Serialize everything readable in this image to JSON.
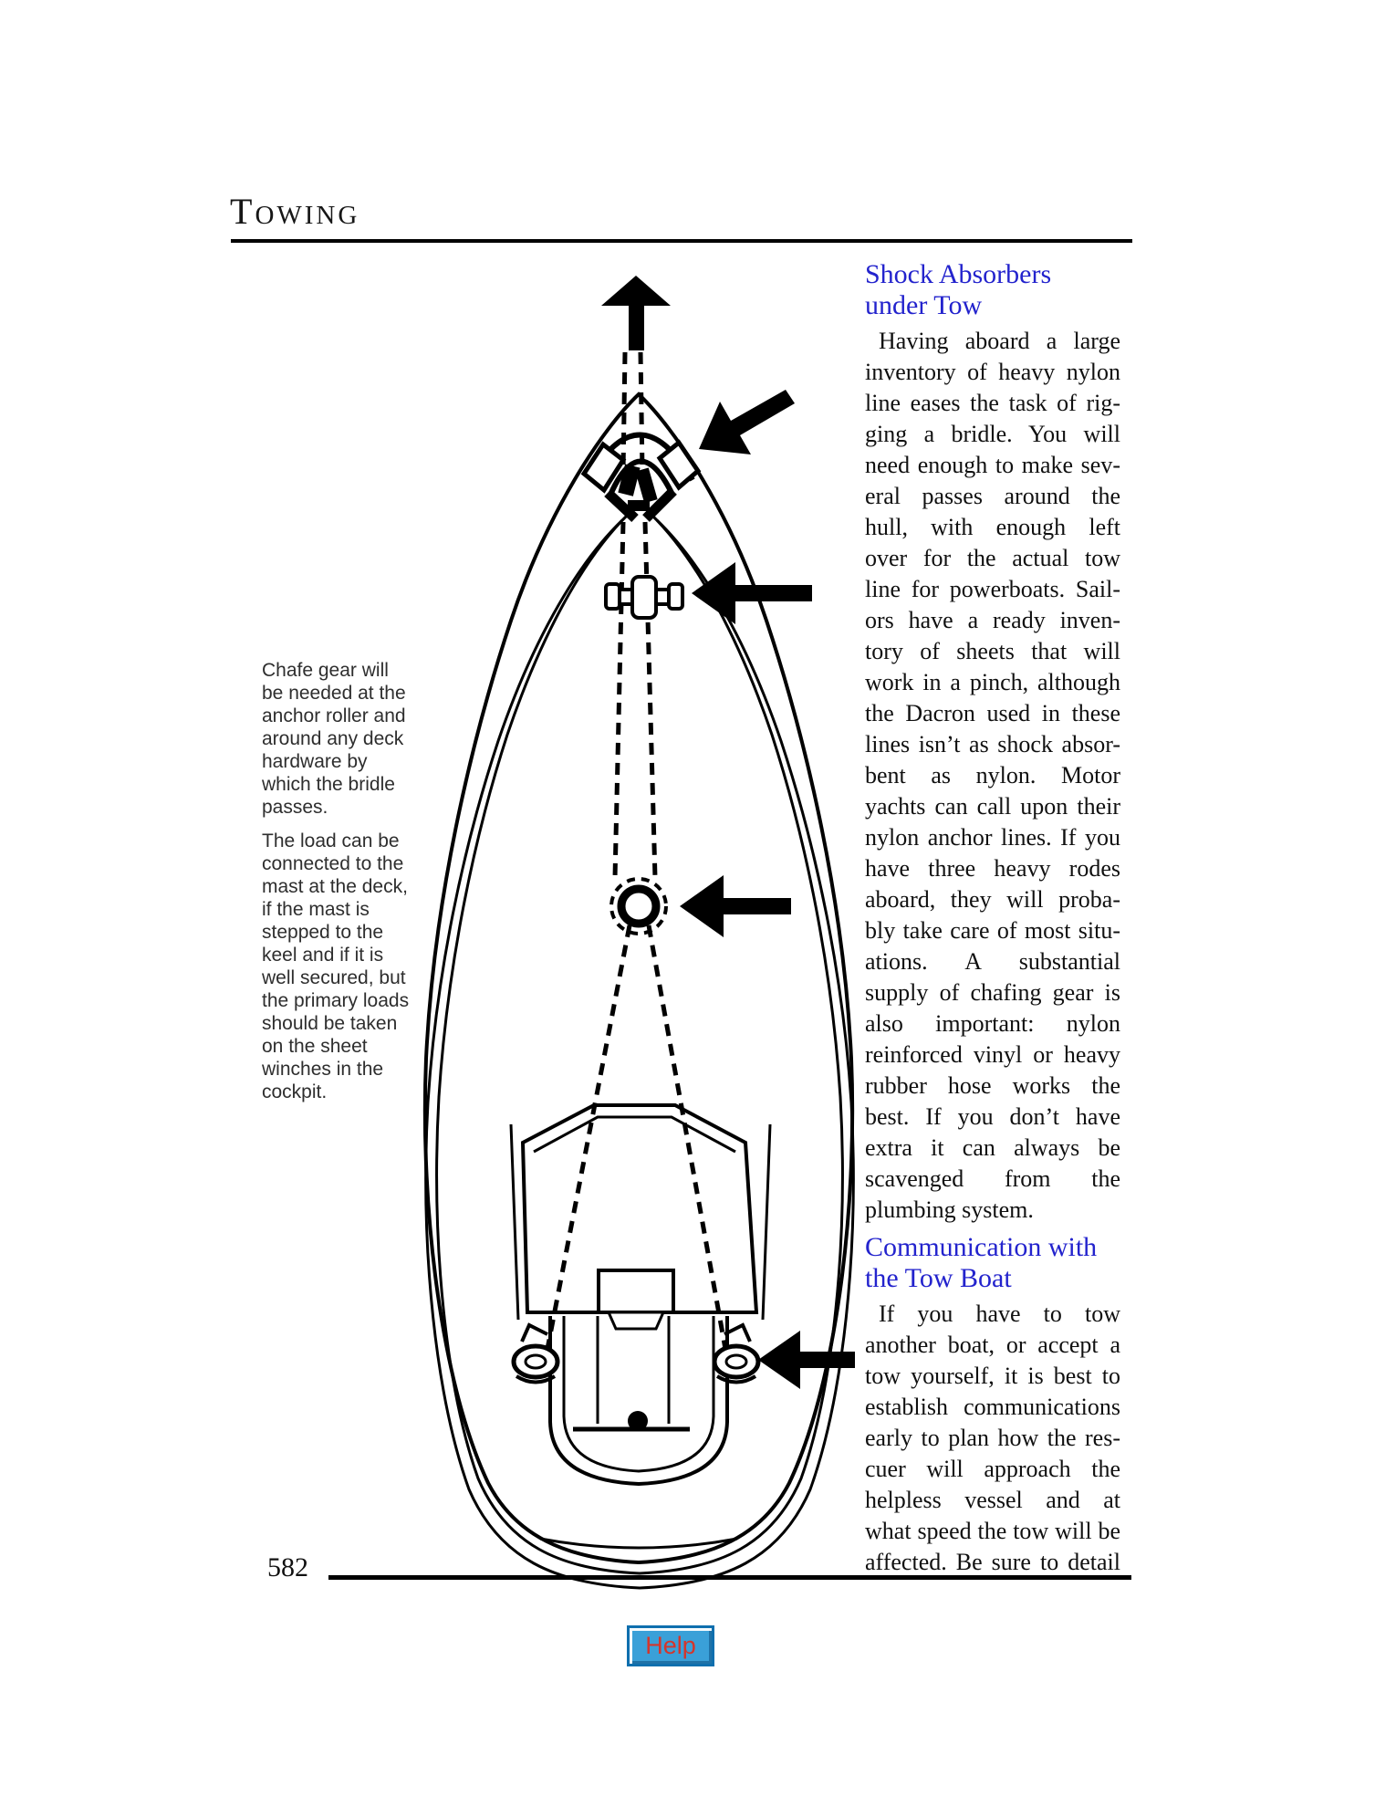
{
  "header": {
    "title_initial": "T",
    "title_rest": "OWING"
  },
  "sidebar": {
    "paragraphs": [
      {
        "lines": [
          "Chafe gear will",
          "be needed at the",
          "anchor roller and",
          "around any deck",
          "hardware by",
          "which the bridle",
          "passes."
        ],
        "justify": false
      },
      {
        "lines": [
          "The load can be",
          "connected to the",
          "mast at the deck,",
          "if the mast is",
          "stepped to the",
          "keel and if it is",
          "well secured, but",
          "the primary loads",
          "should be taken",
          "on the sheet",
          "winches in the",
          "cockpit."
        ],
        "justify": false
      }
    ]
  },
  "article": {
    "heading_color": "#2323cd",
    "sections": [
      {
        "heading": {
          "lines": [
            "Shock Absorbers",
            "under Tow"
          ],
          "justify": false
        },
        "body": {
          "justify": true,
          "indent_first": true,
          "justify_last": false,
          "lines": [
            "Having aboard a large",
            "inventory of heavy nylon",
            "line eases the task of rig-",
            "ging a bridle. You will",
            "need enough to make sev-",
            "eral passes around the",
            "hull, with enough left",
            "over for the actual tow",
            "line for powerboats. Sail-",
            "ors have a ready inven-",
            "tory of sheets that will",
            "work in a pinch, although",
            "the Dacron used in these",
            "lines isn’t as shock absor-",
            "bent as nylon. Motor",
            "yachts can call upon their",
            "nylon anchor lines. If you",
            "have three heavy rodes",
            "aboard, they will proba-",
            "bly take care of most situ-",
            "ations. A substantial",
            "supply of chafing gear is",
            "also important: nylon",
            "reinforced vinyl or heavy",
            "rubber hose works the",
            "best. If you don’t have",
            "extra it can always be",
            "scavenged from the",
            "plumbing system."
          ]
        }
      },
      {
        "heading": {
          "lines": [
            "Communication with",
            "the Tow Boat"
          ],
          "justify": false
        },
        "body": {
          "justify": true,
          "indent_first": true,
          "justify_last": true,
          "lines": [
            "If you have to tow",
            "another boat, or accept a",
            "tow yourself, it is best to",
            "establish communications",
            "early to plan how the res-",
            "cuer will approach the",
            "helpless vessel and at",
            "what speed the tow will be",
            "affected. Be sure to detail"
          ]
        }
      }
    ]
  },
  "diagram": {
    "type": "black-and-white line drawing",
    "subject": "top view of a sailboat with a towing bridle passed around the hull",
    "parts": [
      "tow-direction-arrow",
      "tow-line-dashed",
      "bow-pulpit",
      "bow-chocks",
      "bridle-knot",
      "hull-outline",
      "bridle-wrap-lines",
      "mast-fitting",
      "deck-block-ring",
      "cabin-trunk",
      "companionway-hatch",
      "cockpit-well",
      "tiller",
      "sheet-winches"
    ],
    "callout_arrows": [
      "bow-anchor-roller",
      "mast-at-deck",
      "deck-block",
      "sheet-winch"
    ],
    "ink_color": "#000000"
  },
  "footer": {
    "page_number": "582"
  },
  "help_button": {
    "label": "Help",
    "face_color": "#3aa0d8",
    "border_color": "#0f6fae",
    "text_color": "#d5352b"
  }
}
